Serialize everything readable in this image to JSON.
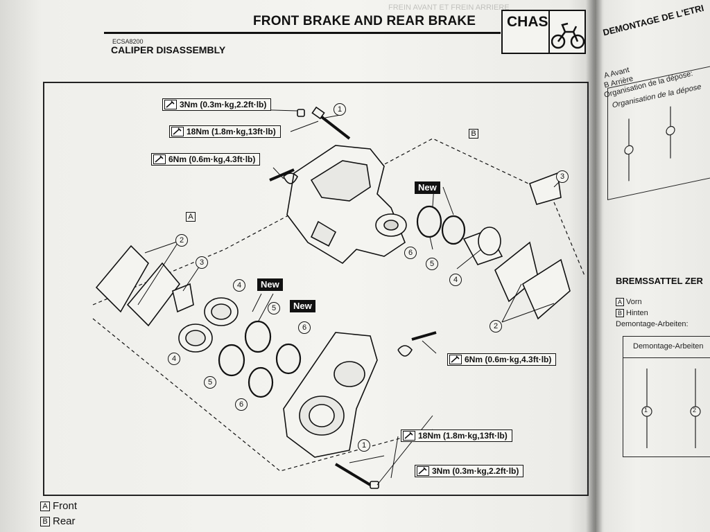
{
  "header": {
    "title": "FRONT BRAKE AND REAR BRAKE",
    "section_code": "CHAS",
    "section_icon": "motorcycle-icon"
  },
  "section": {
    "code": "ECSA8200",
    "title": "CALIPER DISASSEMBLY"
  },
  "diagram": {
    "group_labels": [
      "A",
      "B"
    ],
    "torque_specs": [
      "3Nm (0.3m·kg,2.2ft·lb)",
      "18Nm (1.8m·kg,13ft·lb)",
      "6Nm (0.6m·kg,4.3ft·lb)",
      "6Nm (0.6m·kg,4.3ft·lb)",
      "18Nm (1.8m·kg,13ft·lb)",
      "3Nm (0.3m·kg,2.2ft·lb)"
    ],
    "new_badge": "New",
    "callouts": [
      "1",
      "2",
      "3",
      "4",
      "5",
      "6"
    ]
  },
  "legend": [
    {
      "key": "A",
      "label": "Front"
    },
    {
      "key": "B",
      "label": "Rear"
    }
  ],
  "right_page": {
    "title": "DEMONTAGE DE L'ETRI",
    "lines": [
      "A  Avant",
      "B  Arrière",
      "Organisation de la dépose:"
    ],
    "box_header": "Organisation de la dépose",
    "section2_title": "BREMSSATTEL ZER",
    "section2_lines": [
      {
        "key": "A",
        "label": "Vorn"
      },
      {
        "key": "B",
        "label": "Hinten"
      }
    ],
    "section2_subtitle": "Demontage-Arbeiten:",
    "box2_header": "Demontage-Arbeiten",
    "circle_labels": [
      "1",
      "2"
    ]
  },
  "colors": {
    "paper": "#f4f4f0",
    "ink": "#111111",
    "badge_bg": "#111111",
    "badge_text": "#ffffff"
  }
}
